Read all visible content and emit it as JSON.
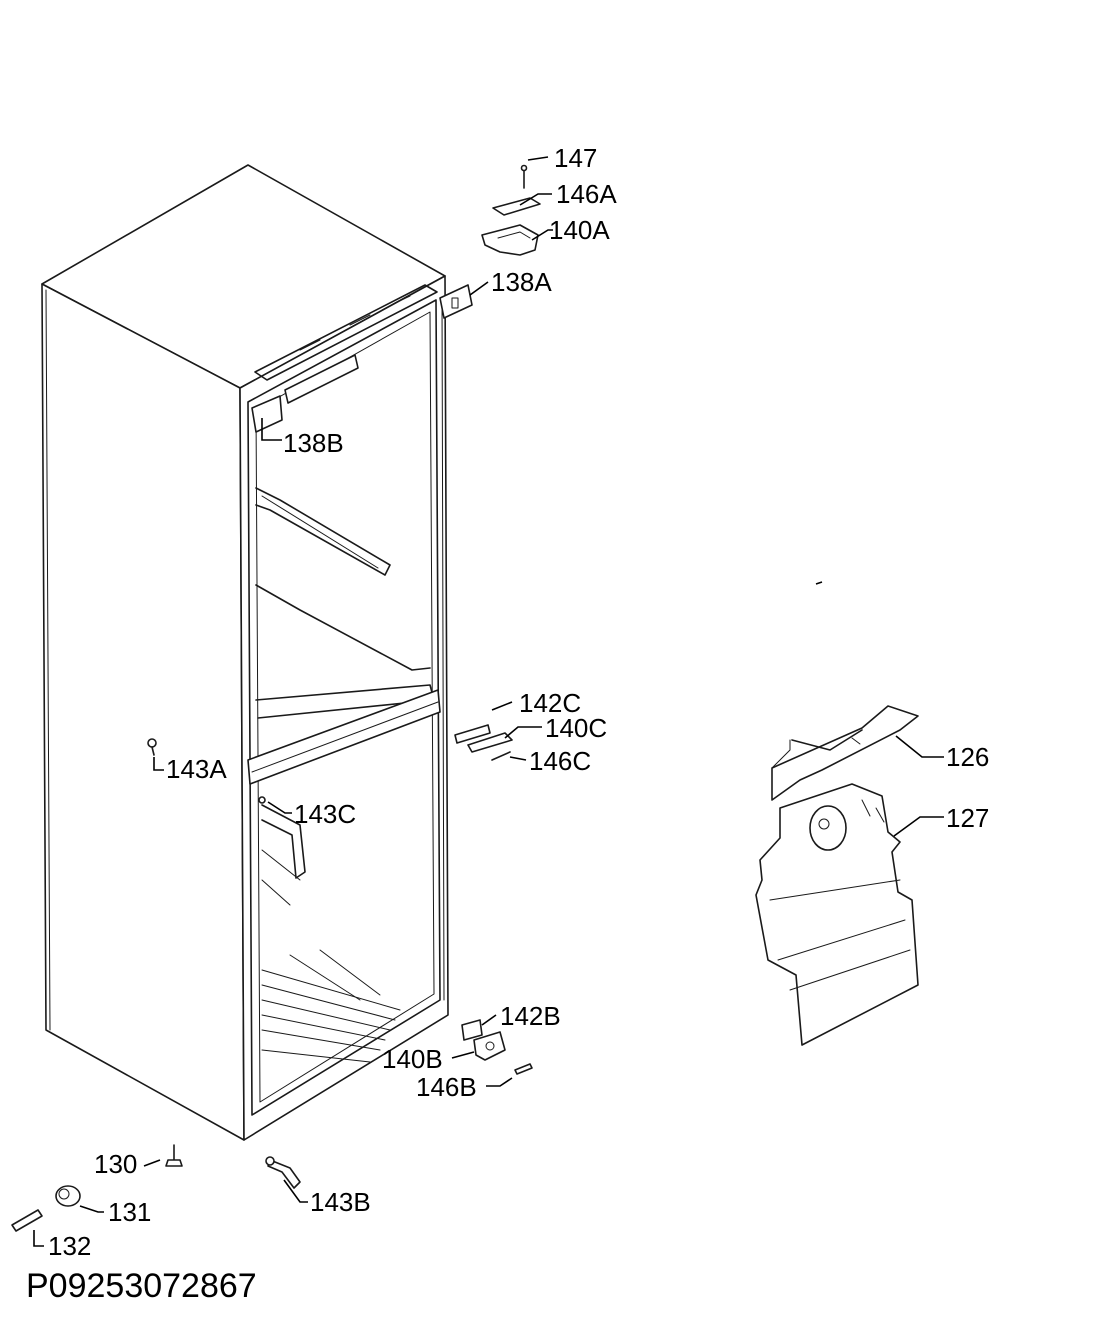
{
  "callouts": {
    "c147": "147",
    "c146A": "146A",
    "c140A": "140A",
    "c138A": "138A",
    "c138B": "138B",
    "c142C": "142C",
    "c140C": "140C",
    "c146C": "146C",
    "c143A": "143A",
    "c143C": "143C",
    "c126": "126",
    "c127": "127",
    "c142B": "142B",
    "c140B": "140B",
    "c146B": "146B",
    "c130": "130",
    "c131": "131",
    "c132": "132",
    "c143B": "143B"
  },
  "diagram_code": "P09253072867"
}
